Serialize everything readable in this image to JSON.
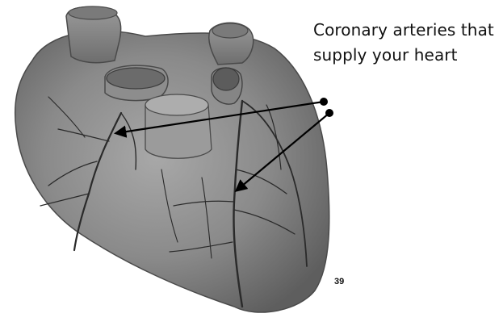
{
  "annotation": {
    "line_1": "Coronary arteries that",
    "line_2": "supply your heart"
  },
  "page_number": "39",
  "colors": {
    "heart_dark": "#5a5a5a",
    "heart_mid": "#8a8a8a",
    "heart_light": "#b5b5b5",
    "vessel": "#2a2a2a",
    "pointer": "#000000"
  }
}
